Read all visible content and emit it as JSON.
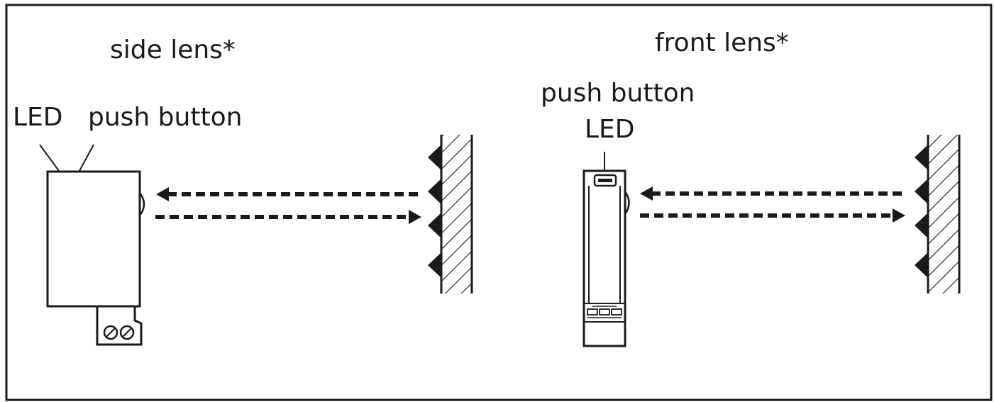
{
  "side": {
    "title": "side lens*",
    "led_label": "LED",
    "button_label": "push button"
  },
  "front": {
    "title": "front lens*",
    "button_label": "push button",
    "led_label": "LED"
  },
  "colors": {
    "ink": "#1a1a1a",
    "background": "#ffffff"
  }
}
